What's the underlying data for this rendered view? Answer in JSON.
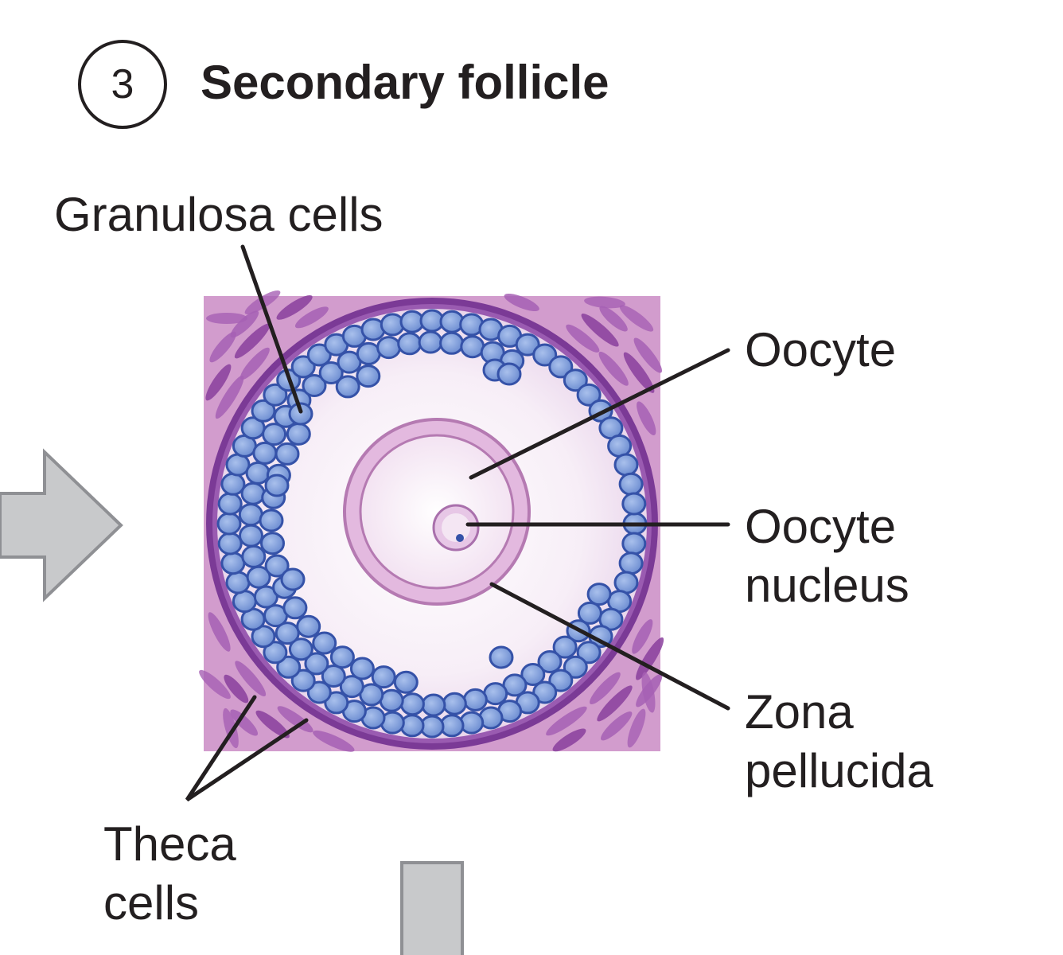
{
  "step": {
    "number": "3",
    "title": "Secondary follicle"
  },
  "labels": {
    "granulosa": "Granulosa cells",
    "oocyte": "Oocyte",
    "oocyte_nucleus_line1": "Oocyte",
    "oocyte_nucleus_line2": "nucleus",
    "zona_line1": "Zona",
    "zona_line2": "pellucida",
    "theca_line1": "Theca",
    "theca_line2": "cells"
  },
  "colors": {
    "theca_background": "#c97fc2",
    "theca_cell": "#8a3f9c",
    "granulosa_fill": "#7f9fd8",
    "granulosa_outline": "#3552a8",
    "antrum": "#f5eef6",
    "oocyte_fill": "#fbf4fa",
    "zona_fill": "#dba9d8",
    "arrow_gray": "#c8c9cb",
    "arrow_outline": "#8f9094",
    "text": "#231f20"
  }
}
